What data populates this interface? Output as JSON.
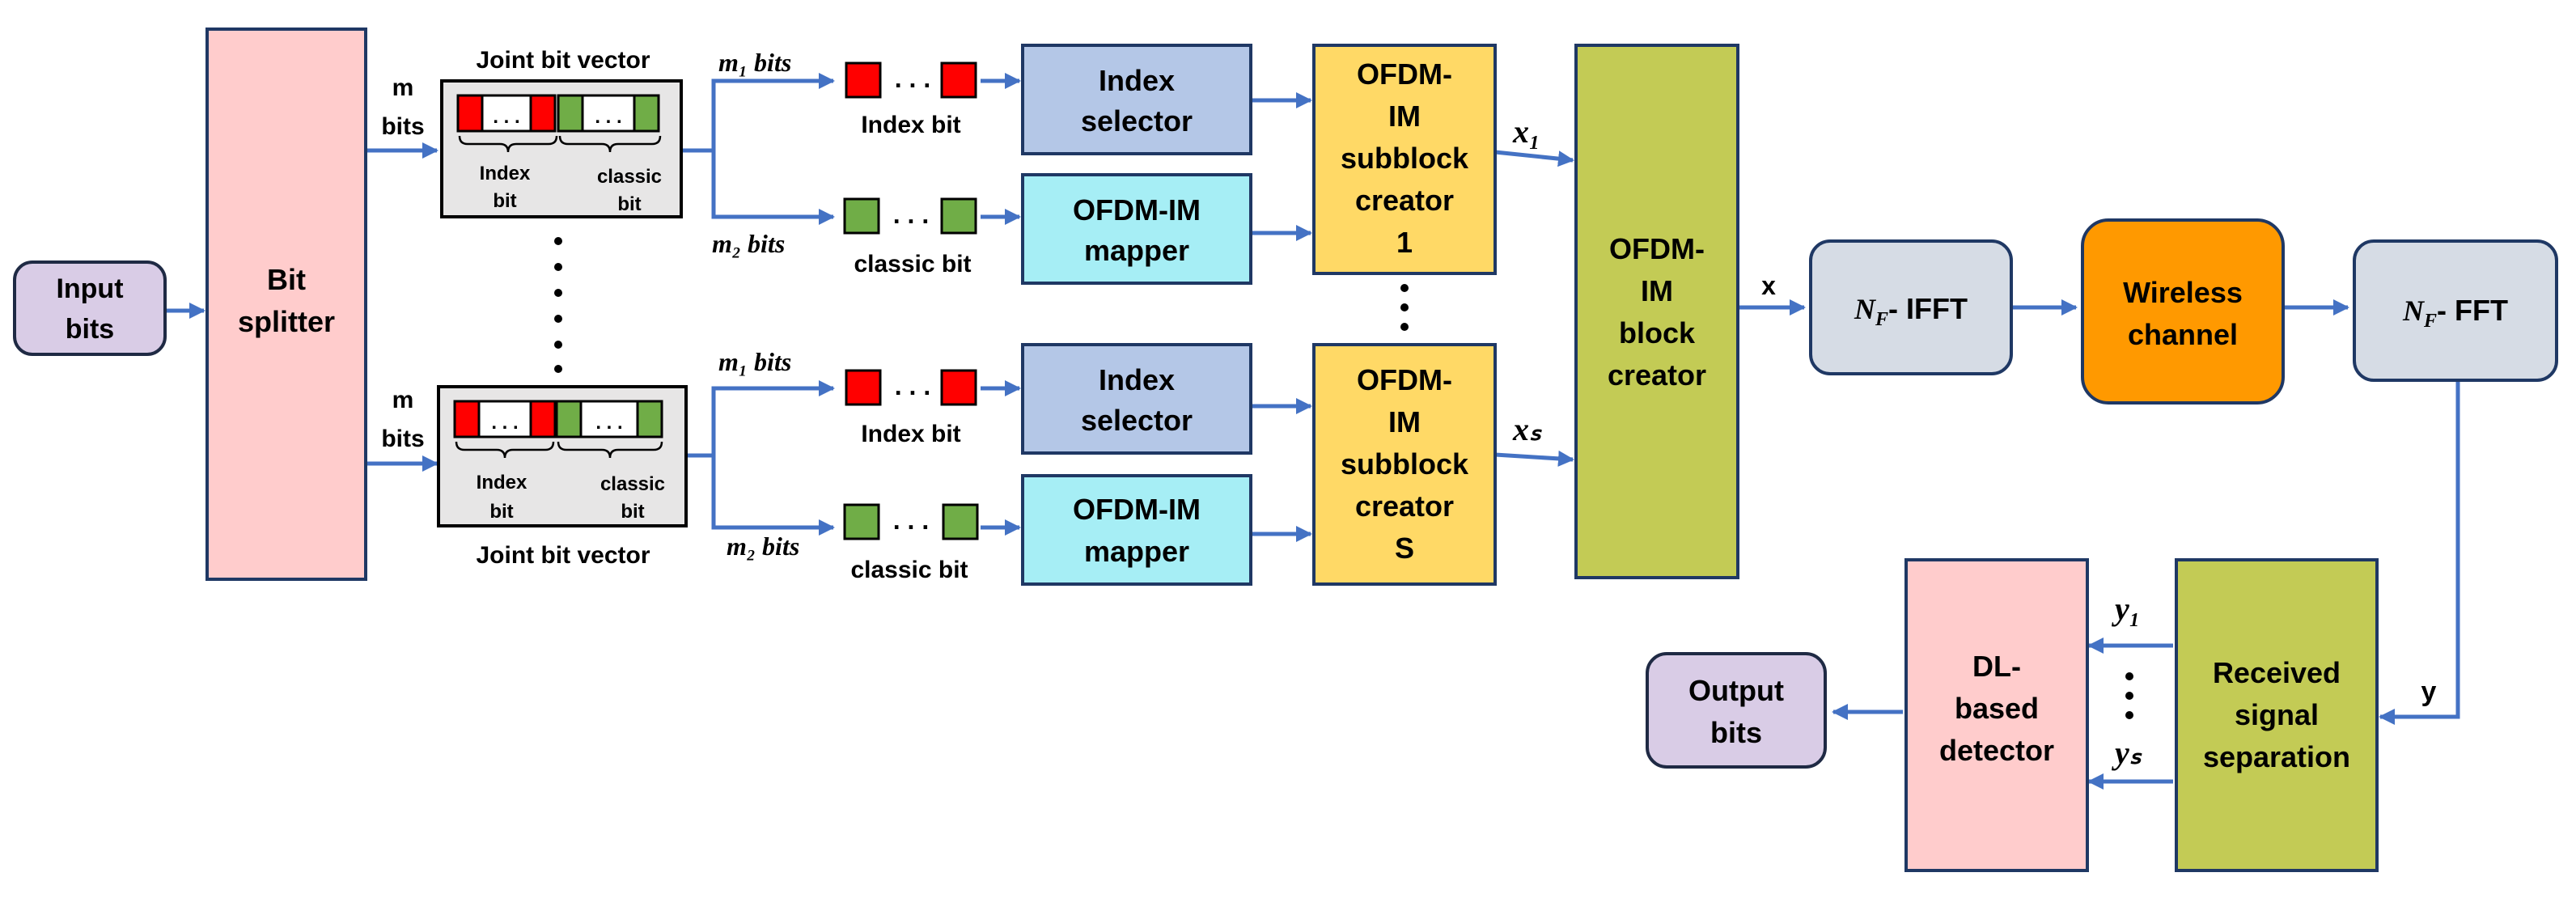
{
  "blocks": {
    "input_bits": [
      "Input",
      "bits"
    ],
    "bit_splitter": [
      "Bit",
      "splitter"
    ],
    "index_selector": [
      "Index",
      "selector"
    ],
    "ofdm_im_mapper": [
      "OFDM-IM",
      "mapper"
    ],
    "subblock_creator_1": [
      "OFDM-",
      "IM",
      "subblock",
      "creator",
      "1"
    ],
    "subblock_creator_s": [
      "OFDM-",
      "IM",
      "subblock",
      "creator",
      "S"
    ],
    "block_creator": [
      "OFDM-",
      "IM",
      "block",
      "creator"
    ],
    "ifft": "- IFFT",
    "wireless_channel": [
      "Wireless",
      "channel"
    ],
    "fft": "- FFT",
    "received_separation": [
      "Received",
      "signal",
      "separation"
    ],
    "dl_detector": [
      "DL-",
      "based",
      "detector"
    ],
    "output_bits": [
      "Output",
      "bits"
    ]
  },
  "labels": {
    "m_bits": [
      "m",
      "bits"
    ],
    "joint_bit_vector": "Joint bit vector",
    "index_bit": "Index bit",
    "classic_bit": "classic bit",
    "index_bit_small": [
      "Index",
      "bit"
    ],
    "classic_bit_small": [
      "classic",
      "bit"
    ],
    "m1_bits": "m₁ bits",
    "m2_bits": "m₂ bits",
    "x1": "x₁",
    "xs": "xₛ",
    "x": "x",
    "nf": "N",
    "nf_sub": "F",
    "y": "y",
    "y1": "y₁",
    "ys": "yₛ"
  },
  "colors": {
    "arrow": "#4472C4",
    "input_output": "#D9CCE6",
    "splitter_detector": "#FFCCCC",
    "index_selector": "#B4C7E7",
    "mapper": "#A6EEF5",
    "subblock": "#FFD966",
    "block_creator": "#C3CB55",
    "fft": "#D6DCE5",
    "channel": "#FF9900",
    "index_square": "#FF0000",
    "classic_square": "#70AD47",
    "joint_vector_bg": "#E7E6E6"
  }
}
